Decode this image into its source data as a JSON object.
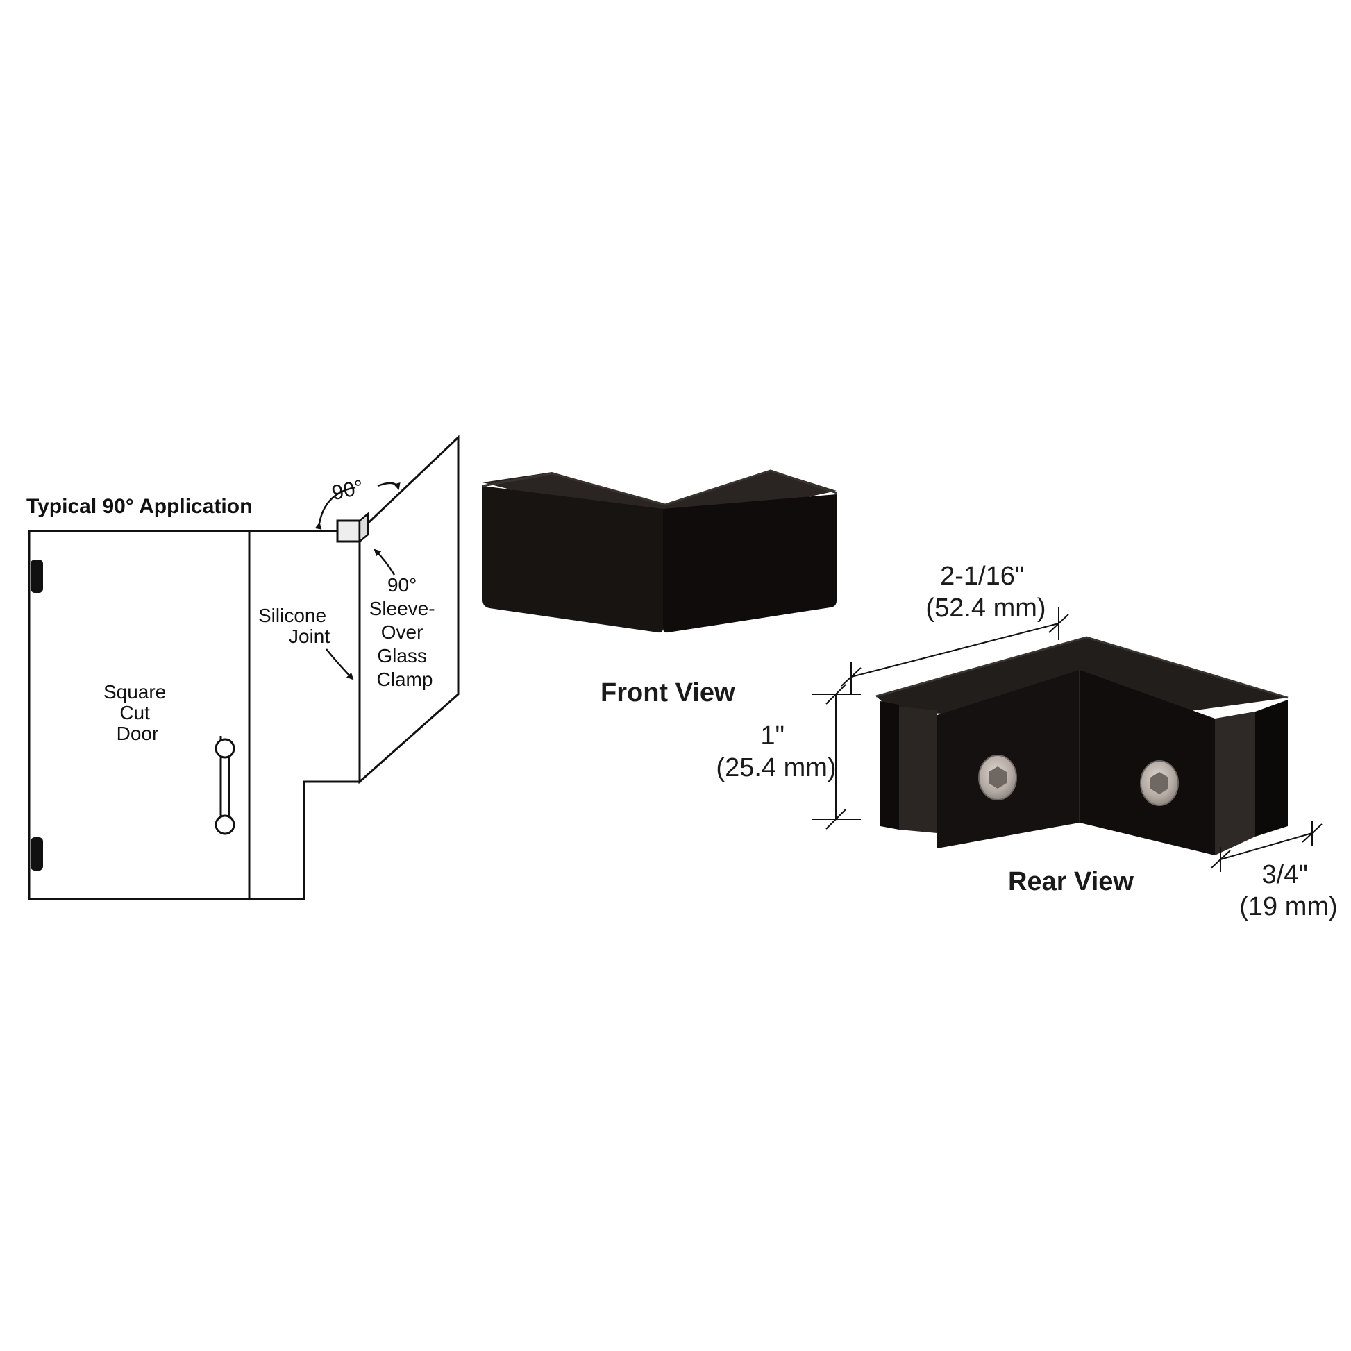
{
  "application": {
    "title": "Typical 90° Application",
    "angle_label": "90°",
    "door_label_lines": [
      "Square",
      "Cut",
      "Door"
    ],
    "silicone_label_lines": [
      "Silicone",
      "Joint"
    ],
    "clamp_label_lines": [
      "90°",
      "Sleeve-",
      "Over",
      "Glass",
      "Clamp"
    ]
  },
  "front_view": {
    "caption": "Front View"
  },
  "rear_view": {
    "caption": "Rear View",
    "dim_length_in": "2-1/16\"",
    "dim_length_mm": "(52.4 mm)",
    "dim_height_in": "1\"",
    "dim_height_mm": "(25.4 mm)",
    "dim_depth_in": "3/4\"",
    "dim_depth_mm": "(19 mm)"
  },
  "colors": {
    "finish": "#161311",
    "line": "#111111",
    "screw": "#b9b2ad"
  }
}
